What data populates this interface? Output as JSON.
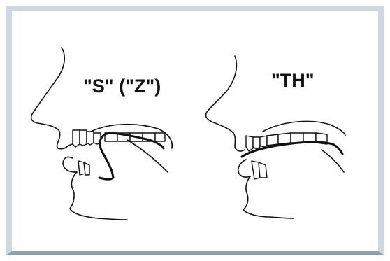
{
  "figure": {
    "labels": {
      "s_z": "\"S\" (\"Z\")",
      "th": "\"TH\""
    },
    "panels": [
      {
        "name": "s-z-sound-profile"
      },
      {
        "name": "th-sound-profile"
      }
    ],
    "colors": {
      "border": "#cfd8de",
      "border_bottom": "#8ea0ab",
      "ink": "#111111"
    }
  }
}
